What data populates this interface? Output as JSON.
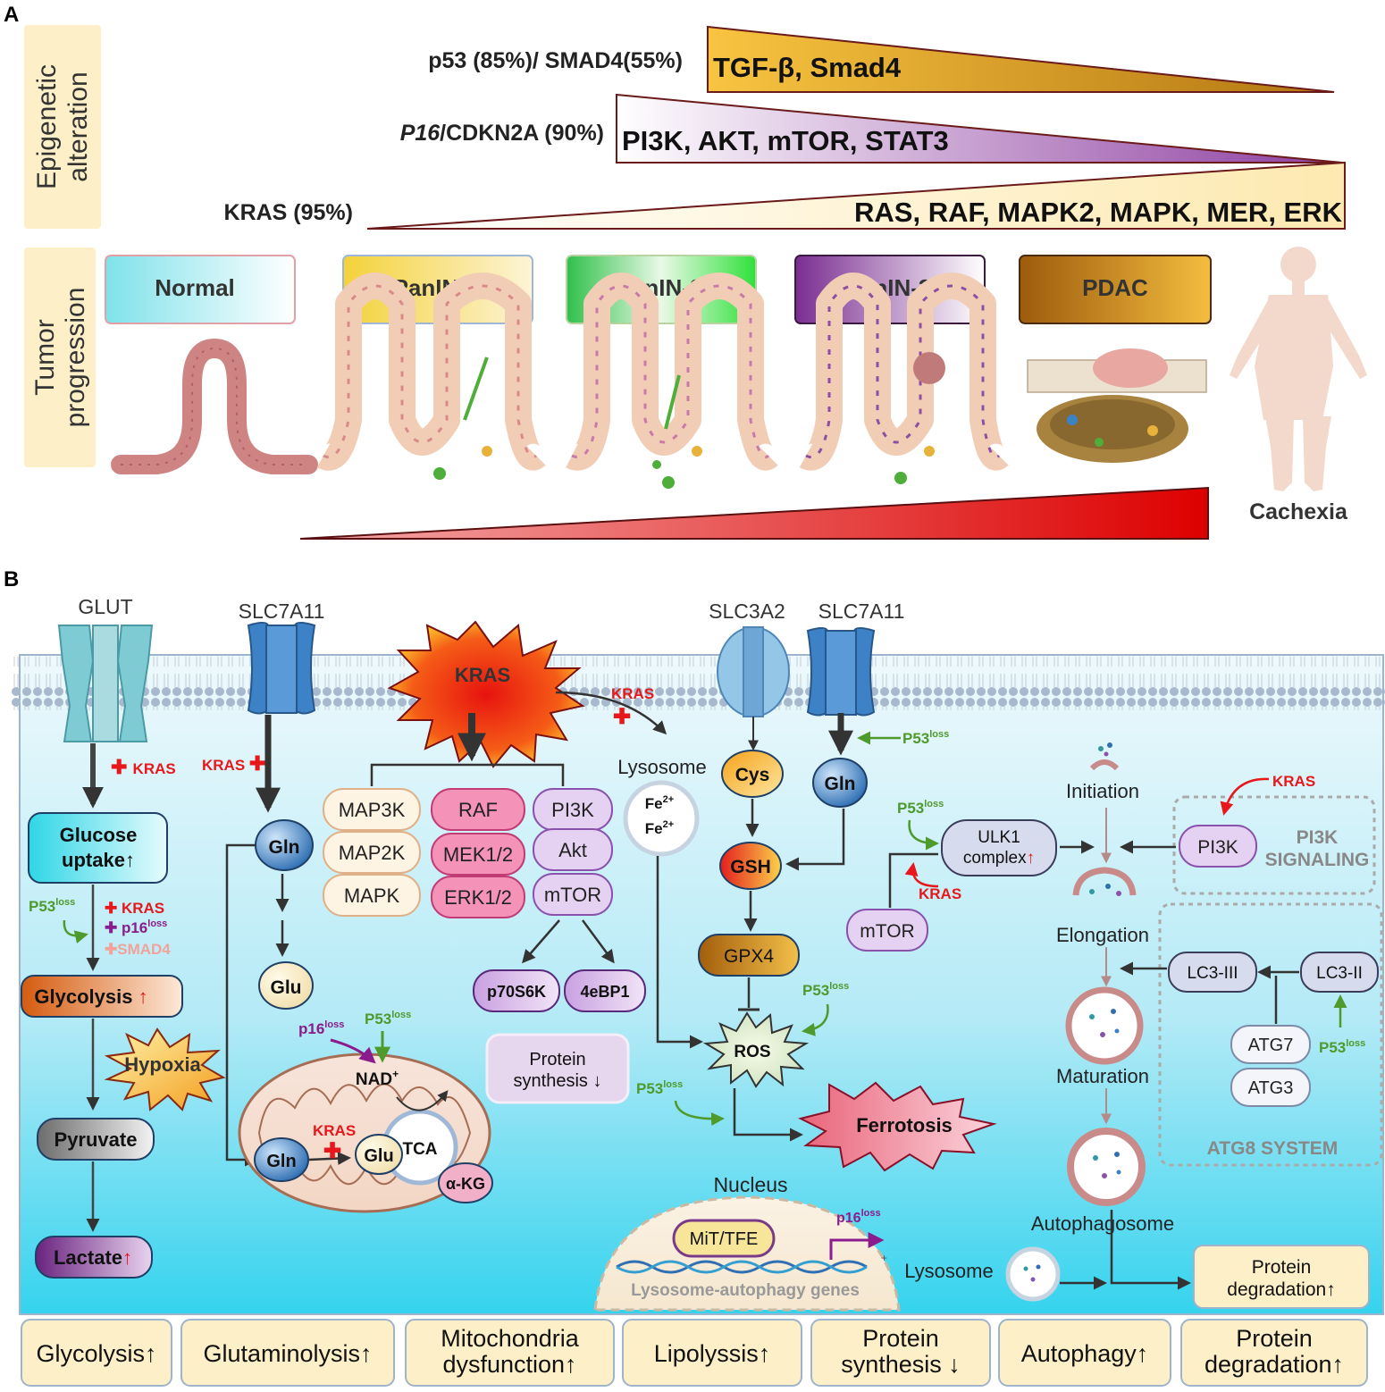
{
  "panel_a": {
    "label": "A",
    "sidebar_epigenetic": "Epigenetic",
    "sidebar_alteration": "alteration",
    "sidebar_tumor": "Tumor",
    "sidebar_progression": "progression",
    "gene_p53": "p53 (85%)/ SMAD4(55%)",
    "gene_p16_italic": "P16",
    "gene_p16_rest": "/CDKN2A (90%)",
    "gene_kras": "KRAS (95%)",
    "wedge_tgf": "TGF-β, Smad4",
    "wedge_pi3k": "PI3K, AKT, mTOR, STAT3",
    "wedge_ras": "RAS, RAF,  MAPK2, MAPK, MER, ERK",
    "stages": [
      "Normal",
      "PanIN-1",
      "PanIN-2",
      "PanIN-3",
      "PDAC"
    ],
    "cachexia": "Cachexia"
  },
  "panel_b": {
    "label": "B",
    "transporters": {
      "glut": "GLUT",
      "slc7a11_left": "SLC7A11",
      "slc3a2": "SLC3A2",
      "slc7a11_right": "SLC7A11"
    },
    "kras_burst": "KRAS",
    "kras": "KRAS",
    "p53": "P53",
    "p16": "p16",
    "loss": "loss",
    "smad4": "SMAD4",
    "glycolysis_chain": {
      "glucose_line1": "Glucose",
      "glucose_line2": "uptake",
      "glycolysis": "Glycolysis",
      "hypoxia": "Hypoxia",
      "pyruvate": "Pyruvate",
      "lactate": "Lactate",
      "up_arrow": "↑"
    },
    "glutamine": {
      "gln": "Gln",
      "glu": "Glu",
      "nad": "NAD",
      "nad_sup": "+",
      "tca": "TCA",
      "akg": "α-KG"
    },
    "mapk_col": [
      "MAP3K",
      "MAP2K",
      "MAPK"
    ],
    "raf_col": [
      "RAF",
      "MEK1/2",
      "ERK1/2"
    ],
    "pi3k_col": [
      "PI3K",
      "Akt",
      "mTOR"
    ],
    "downstream": [
      "p70S6K",
      "4eBP1"
    ],
    "protein_synthesis": {
      "line1": "Protein",
      "line2": "synthesis ↓"
    },
    "lysosome": "Lysosome",
    "fe": "Fe",
    "fe_sup": "2+",
    "cys": "Cys",
    "gsh": "GSH",
    "gpx4": "GPX4",
    "ros": "ROS",
    "ferrotosis": "Ferrotosis",
    "nucleus": "Nucleus",
    "mit_tfe": "MiT/TFE",
    "lysosome_genes": "Lysosome-autophagy genes",
    "nucleus_plus": "+",
    "autophagy": {
      "initiation": "Initiation",
      "elongation": "Elongation",
      "maturation": "Maturation",
      "autophagosome": "Autophagosome",
      "ulk1_line1": "ULK1",
      "ulk1_line2": "complex",
      "mtor": "mTOR",
      "pi3k": "PI3K",
      "pi3k_signaling_1": "PI3K",
      "pi3k_signaling_2": "SIGNALING",
      "lc3_iii": "LC3-III",
      "lc3_ii": "LC3-II",
      "atg7": "ATG7",
      "atg3": "ATG3",
      "atg8_system": "ATG8 SYSTEM",
      "lysosome": "Lysosome",
      "protein_deg_line1": "Protein",
      "protein_deg_line2": "degradation↑"
    },
    "bottom_boxes": [
      {
        "line1": "Glycolysis↑",
        "line2": ""
      },
      {
        "line1": "Glutaminolysis↑",
        "line2": ""
      },
      {
        "line1": "Mitochondria",
        "line2": "dysfunction↑"
      },
      {
        "line1": "Lipolyssis↑",
        "line2": ""
      },
      {
        "line1": "Protein",
        "line2": "synthesis ↓"
      },
      {
        "line1": "Autophagy↑",
        "line2": ""
      },
      {
        "line1": "Protein",
        "line2": "degradation↑"
      }
    ]
  },
  "colors": {
    "kras_red": "#e8171b",
    "p53_green": "#4f9a2c",
    "p16_purple": "#8a1c8e",
    "smad4_pink": "#f1a29b",
    "membrane_blue": "#9eb3cc",
    "cell_bg_top": "#eaf7fb",
    "cell_bg_bottom": "#3fd4ef"
  }
}
